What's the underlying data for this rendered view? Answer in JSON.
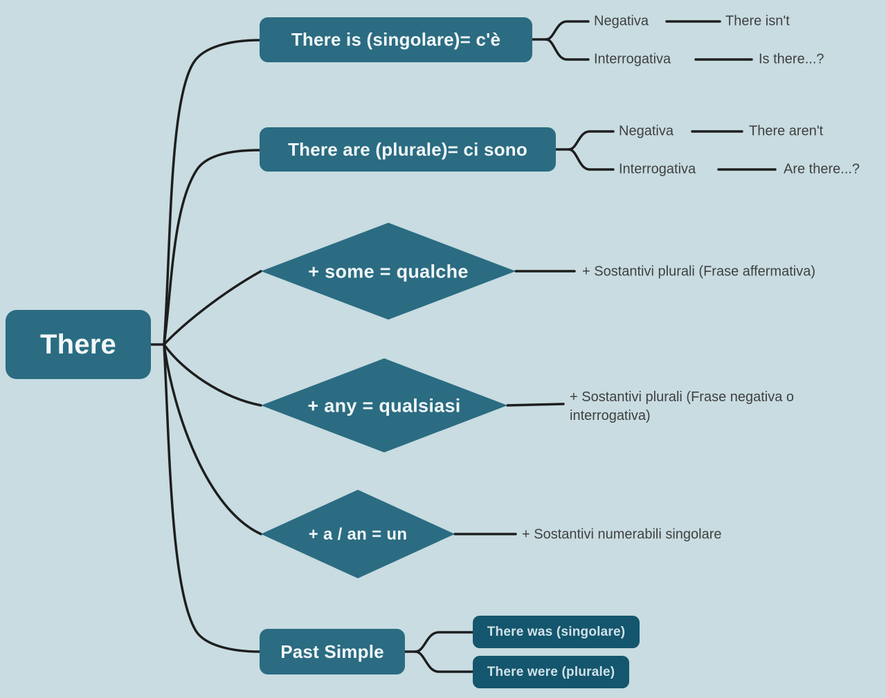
{
  "colors": {
    "background": "#c8dce1",
    "node_teal": "#2b6c82",
    "node_dark_teal": "#14566d",
    "connector": "#1e1e1e",
    "side_text": "#404040",
    "node_text": "#f2f7f8"
  },
  "root": {
    "label": "There"
  },
  "there_is": {
    "label": "There is (singolare)= c'è",
    "rows": [
      {
        "type": "Negativa",
        "value": "There isn't"
      },
      {
        "type": "Interrogativa",
        "value": "Is there...?"
      }
    ]
  },
  "there_are": {
    "label": "There are (plurale)= ci sono",
    "rows": [
      {
        "type": "Negativa",
        "value": "There aren't"
      },
      {
        "type": "Interrogativa",
        "value": "Are there...?"
      }
    ]
  },
  "some": {
    "label": "+ some = qualche",
    "note": "+ Sostantivi plurali (Frase affermativa)"
  },
  "any": {
    "label": "+ any = qualsiasi",
    "note": "+ Sostantivi plurali (Frase negativa o interrogativa)"
  },
  "a_an": {
    "label": "+ a / an = un",
    "note": "+ Sostantivi numerabili singolare"
  },
  "past_simple": {
    "label": "Past Simple",
    "children": [
      {
        "label": "There was (singolare)"
      },
      {
        "label": "There were (plurale)"
      }
    ]
  }
}
